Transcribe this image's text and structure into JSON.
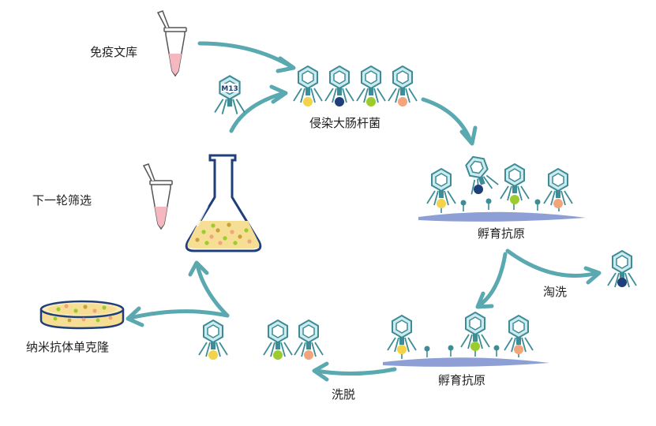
{
  "labels": {
    "immune_library": "免疫文库",
    "m13": "M13",
    "infect_ecoli": "侵染大肠杆菌",
    "incubate_antigen_1": "孵育抗原",
    "wash": "淘洗",
    "incubate_antigen_2": "孵育抗原",
    "elute": "洗脱",
    "next_round": "下一轮筛选",
    "nanobody_clone": "纳米抗体单克隆"
  },
  "colors": {
    "arrow": "#5AA9B0",
    "phage_outline": "#3E8C96",
    "phage_fill": "#CDEBEF",
    "membrane": "#8E9FD6",
    "antigen": "#3E8C96",
    "ball_yellow": "#F2D349",
    "ball_navy": "#1F3F7A",
    "ball_green": "#9CCB2E",
    "ball_peach": "#F2A57A",
    "tube_liquid": "#F6B8C0",
    "flask_liquid": "#F7DE95"
  },
  "icons": [
    "microtube-icon",
    "phage-icon",
    "flask-icon",
    "petri-dish-icon",
    "antigen-membrane-icon"
  ]
}
